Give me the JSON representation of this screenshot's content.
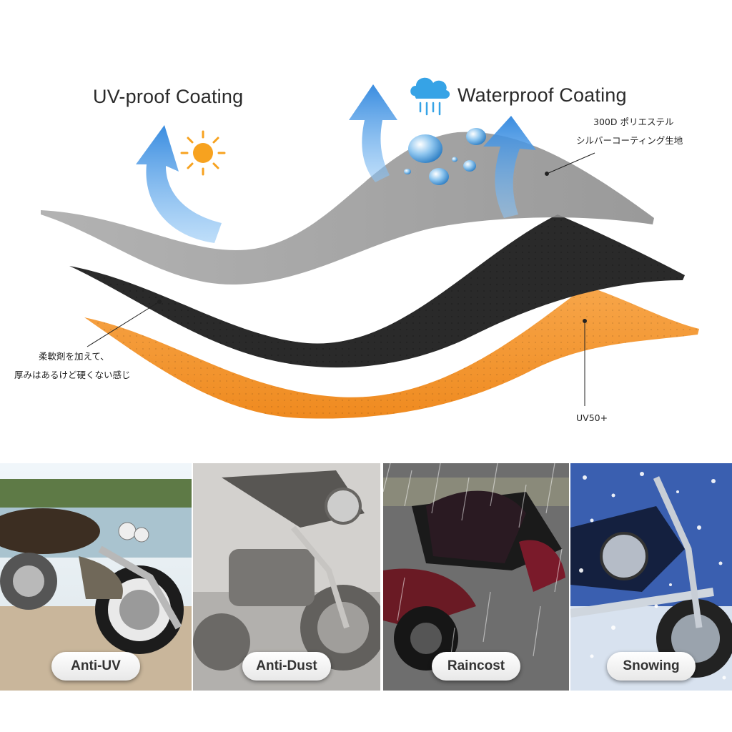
{
  "diagram": {
    "uv_heading": "UV-proof Coating",
    "waterproof_heading": "Waterproof Coating",
    "material_line1": "300D ポリエステル",
    "material_line2": "シルバーコーティング生地",
    "softener_line1": "柔軟剤を加えて、",
    "softener_line2": "厚みはあるけど硬くない感じ",
    "uv_rating": "UV50+",
    "colors": {
      "top_layer": "#8f8f8f",
      "middle_layer": "#2b2b2b",
      "bottom_layer": "#f2922b",
      "arrow": "#3d8fe0",
      "sun": "#f5a623"
    },
    "icons": [
      "sun-icon",
      "rain-cloud-icon",
      "water-droplet-icon",
      "up-arrow-icon"
    ]
  },
  "photos": [
    {
      "label": "Anti-UV",
      "scene": "sunny lakeside motorcycle"
    },
    {
      "label": "Anti-Dust",
      "scene": "dusty touring motorcycle"
    },
    {
      "label": "Raincost",
      "scene": "motorcycle in rain"
    },
    {
      "label": "Snowing",
      "scene": "motorcycle in snow"
    }
  ]
}
